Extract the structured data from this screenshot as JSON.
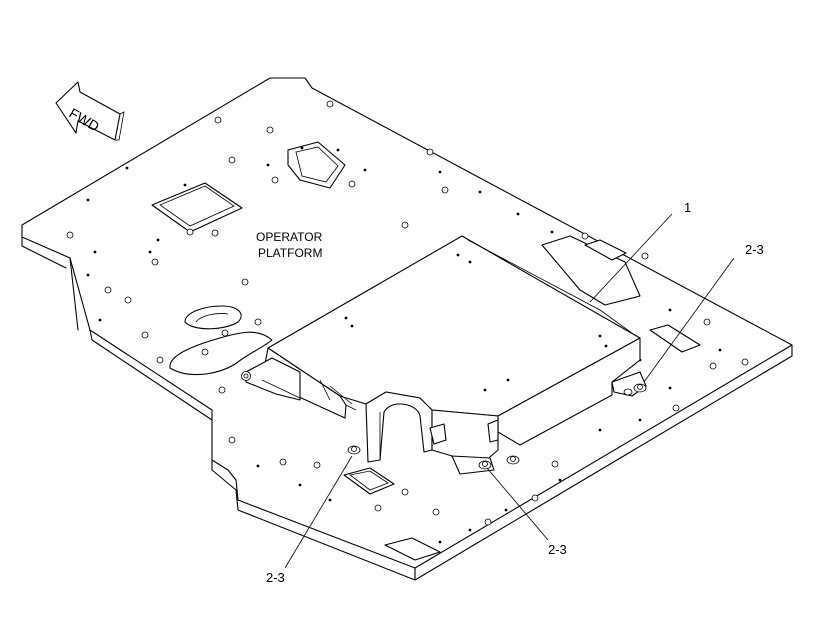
{
  "arrow": {
    "text": "FWD"
  },
  "platform": {
    "line1": "OPERATOR",
    "line2": "PLATFORM"
  },
  "callouts": [
    {
      "id": "1",
      "text": "1"
    },
    {
      "id": "2-3-right",
      "text": "2-3"
    },
    {
      "id": "2-3-bottom-center",
      "text": "2-3"
    },
    {
      "id": "2-3-bottom-left",
      "text": "2-3"
    }
  ]
}
